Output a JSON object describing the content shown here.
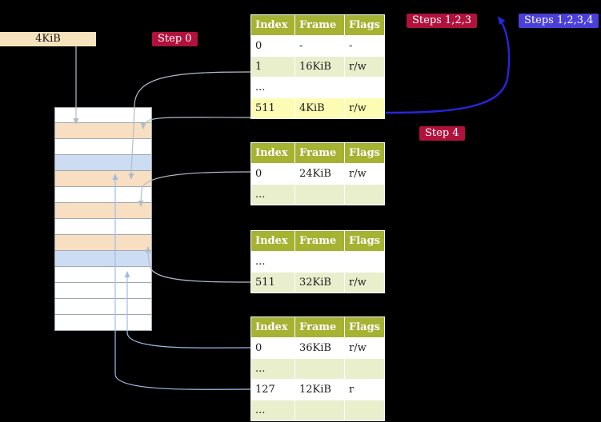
{
  "colors": {
    "background": "#000000",
    "badge_red": "#b0123c",
    "badge_blue": "#4a3fd8",
    "table_header_green": "#a5b232",
    "row_alt_green": "#e9efcd",
    "row_highlight_yellow": "#fcfcb4",
    "frame_label_box": "#f6e3bd",
    "strip_table_frame_orange": "#f8dfc2",
    "strip_page_frame_blue": "#ccdcf2",
    "arrow_gray": "#b3bdc8",
    "arrow_lightblue": "#9fbce8",
    "arrow_blue": "#2626dd"
  },
  "frame_label": "4KiB",
  "badges": {
    "step0": "Step 0",
    "steps123": "Steps 1,2,3",
    "steps1234": "Steps 1,2,3,4",
    "step4": "Step 4"
  },
  "tables": [
    {
      "headers": [
        "Index",
        "Frame",
        "Flags"
      ],
      "rows": [
        {
          "cells": [
            "0",
            "-",
            "-"
          ]
        },
        {
          "cells": [
            "1",
            "16KiB",
            "r/w"
          ]
        },
        {
          "cells": [
            "...",
            "",
            ""
          ]
        },
        {
          "cells": [
            "511",
            "4KiB",
            "r/w"
          ]
        }
      ]
    },
    {
      "headers": [
        "Index",
        "Frame",
        "Flags"
      ],
      "rows": [
        {
          "cells": [
            "0",
            "24KiB",
            "r/w"
          ]
        },
        {
          "cells": [
            "...",
            "",
            ""
          ]
        }
      ]
    },
    {
      "headers": [
        "Index",
        "Frame",
        "Flags"
      ],
      "rows": [
        {
          "cells": [
            "...",
            "",
            ""
          ]
        },
        {
          "cells": [
            "511",
            "32KiB",
            "r/w"
          ]
        }
      ]
    },
    {
      "headers": [
        "Index",
        "Frame",
        "Flags"
      ],
      "rows": [
        {
          "cells": [
            "0",
            "36KiB",
            "r/w"
          ]
        },
        {
          "cells": [
            "...",
            "",
            ""
          ]
        },
        {
          "cells": [
            "127",
            "12KiB",
            "r"
          ]
        },
        {
          "cells": [
            "...",
            "",
            ""
          ]
        }
      ]
    }
  ],
  "memory_strip": {
    "rows": [
      "plain",
      "table-frame",
      "plain",
      "page-frame",
      "table-frame",
      "plain",
      "table-frame",
      "plain",
      "table-frame",
      "page-frame",
      "plain",
      "plain",
      "plain",
      "plain"
    ]
  }
}
